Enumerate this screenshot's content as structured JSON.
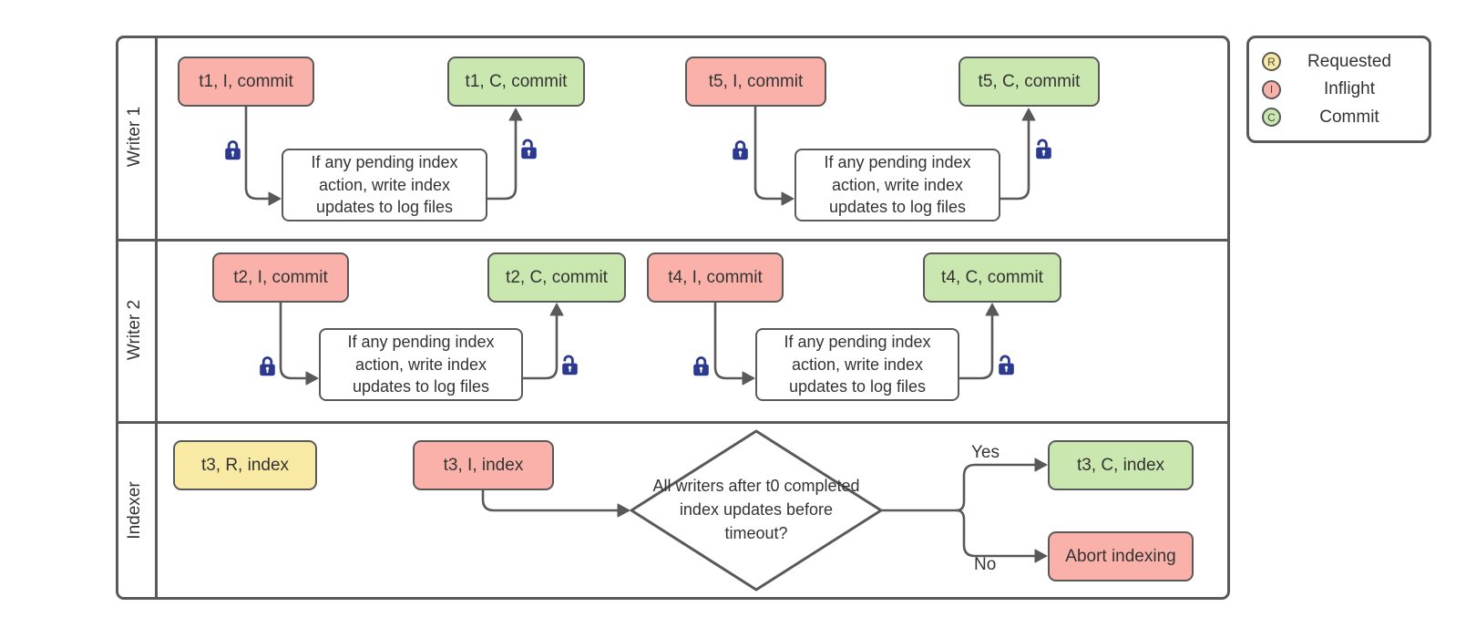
{
  "diagram": {
    "lanes": [
      {
        "label": "Writer 1",
        "nodes": [
          {
            "id": "t1-inflight",
            "label": "t1, I, commit",
            "type": "state",
            "state": "inflight"
          },
          {
            "id": "writer1-index-action-1",
            "label": "If any pending index action, write index updates to log files",
            "type": "process"
          },
          {
            "id": "t1-commit",
            "label": "t1, C, commit",
            "type": "state",
            "state": "commit"
          },
          {
            "id": "t5-inflight",
            "label": "t5, I, commit",
            "type": "state",
            "state": "inflight"
          },
          {
            "id": "writer1-index-action-2",
            "label": "If any pending index action, write index updates to log files",
            "type": "process"
          },
          {
            "id": "t5-commit",
            "label": "t5, C, commit",
            "type": "state",
            "state": "commit"
          }
        ]
      },
      {
        "label": "Writer 2",
        "nodes": [
          {
            "id": "t2-inflight",
            "label": "t2, I, commit",
            "type": "state",
            "state": "inflight"
          },
          {
            "id": "writer2-index-action-1",
            "label": "If any pending index action, write index updates to log files",
            "type": "process"
          },
          {
            "id": "t2-commit",
            "label": "t2, C, commit",
            "type": "state",
            "state": "commit"
          },
          {
            "id": "t4-inflight",
            "label": "t4, I, commit",
            "type": "state",
            "state": "inflight"
          },
          {
            "id": "writer2-index-action-2",
            "label": "If any pending index action, write index updates to log files",
            "type": "process"
          },
          {
            "id": "t4-commit",
            "label": "t4, C, commit",
            "type": "state",
            "state": "commit"
          }
        ]
      },
      {
        "label": "Indexer",
        "nodes": [
          {
            "id": "t3-requested",
            "label": "t3, R, index",
            "type": "state",
            "state": "requested"
          },
          {
            "id": "t3-inflight",
            "label": "t3, I, index",
            "type": "state",
            "state": "inflight"
          },
          {
            "id": "decision",
            "label": "All writers after t0 completed index updates before timeout?",
            "type": "decision"
          },
          {
            "id": "t3-commit",
            "label": "t3, C, index",
            "type": "state",
            "state": "commit"
          },
          {
            "id": "abort-indexing",
            "label": "Abort indexing",
            "type": "state",
            "state": "inflight"
          }
        ]
      }
    ],
    "edge_labels": {
      "yes": "Yes",
      "no": "No"
    },
    "icons": {
      "closed_lock": "closed-padlock",
      "open_lock": "open-padlock"
    }
  },
  "legend": {
    "items": [
      {
        "letter": "R",
        "label": "Requested",
        "color": "#f8e9a4"
      },
      {
        "letter": "I",
        "label": "Inflight",
        "color": "#fab1aa"
      },
      {
        "letter": "C",
        "label": "Commit",
        "color": "#c9e7ae"
      }
    ]
  },
  "colors": {
    "requested_fill": "#f8e9a4",
    "inflight_fill": "#fab1aa",
    "commit_fill": "#c9e7ae",
    "process_fill": "#ffffff",
    "stroke": "#595959",
    "text": "#333333",
    "lock": "#2b3990"
  }
}
